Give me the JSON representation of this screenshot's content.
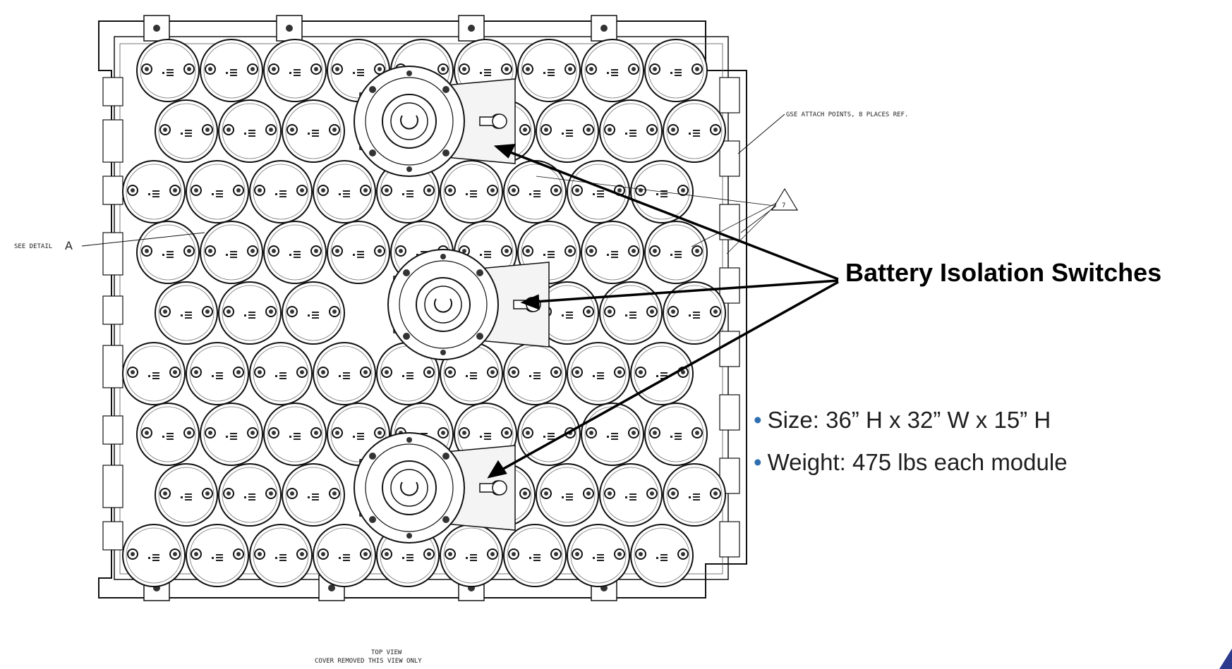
{
  "drawing": {
    "view_title_line1": "TOP VIEW",
    "view_title_line2": "COVER REMOVED THIS VIEW ONLY",
    "label_see_detail": "SEE DETAIL",
    "label_detail_letter": "A",
    "label_gse": "GSE ATTACH POINTS, 8 PLACES REF.",
    "label_note": "7"
  },
  "callout": {
    "text": "Battery Isolation Switches"
  },
  "specs": [
    {
      "text": "Size: 36” H x 32” W x 15” H"
    },
    {
      "text": "Weight: 475 lbs each module"
    }
  ],
  "colors": {
    "bullet": "#2f6fb0",
    "line": "#000000",
    "text": "#1f1f1f"
  }
}
